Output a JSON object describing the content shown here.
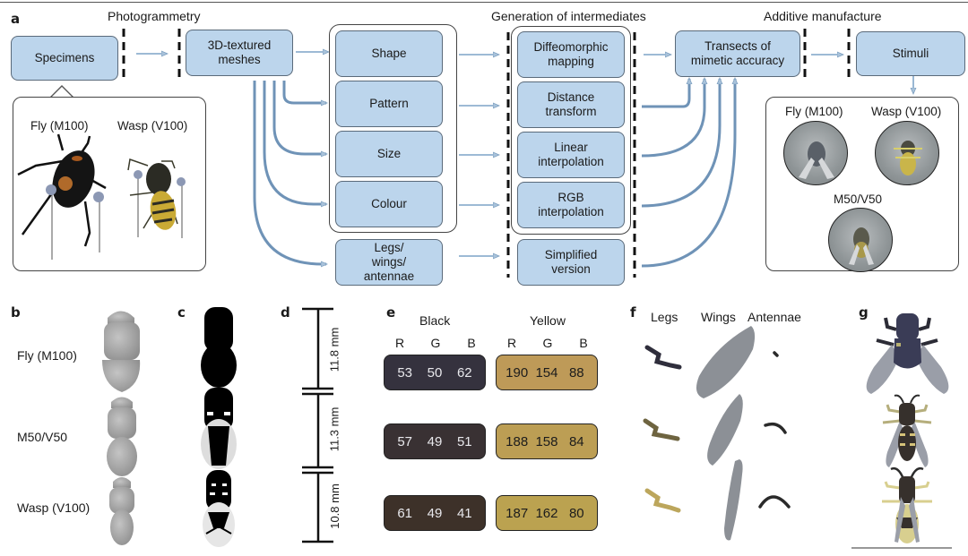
{
  "panels": {
    "a": {
      "letter": "a",
      "stages": {
        "photogrammetry": "Photogrammetry",
        "generation": "Generation of intermediates",
        "additive": "Additive manufacture"
      },
      "boxes": {
        "specimens": "Specimens",
        "meshes_line1": "3D-textured",
        "meshes_line2": "meshes",
        "traits": [
          {
            "lines": [
              "Shape"
            ]
          },
          {
            "lines": [
              "Pattern"
            ]
          },
          {
            "lines": [
              "Size"
            ]
          },
          {
            "lines": [
              "Colour"
            ]
          },
          {
            "lines": [
              "Legs/",
              "wings/",
              "antennae"
            ]
          }
        ],
        "methods": [
          {
            "lines": [
              "Diffeomorphic",
              "mapping"
            ]
          },
          {
            "lines": [
              "Distance",
              "transform"
            ]
          },
          {
            "lines": [
              "Linear",
              "interpolation"
            ]
          },
          {
            "lines": [
              "RGB",
              "interpolation"
            ]
          },
          {
            "lines": [
              "Simplified",
              "version"
            ]
          }
        ],
        "transects_line1": "Transects of",
        "transects_line2": "mimetic accuracy",
        "stimuli": "Stimuli"
      },
      "specimen_labels": {
        "fly": "Fly (M100)",
        "wasp": "Wasp (V100)"
      },
      "stimuli_labels": {
        "fly": "Fly (M100)",
        "wasp": "Wasp (V100)",
        "mid": "M50/V50"
      },
      "colors": {
        "box_fill": "#bcd5ec",
        "arrow": "#7d9fbf"
      }
    },
    "b": {
      "letter": "b",
      "labels": [
        "Fly (M100)",
        "M50/V50",
        "Wasp (V100)"
      ]
    },
    "c": {
      "letter": "c"
    },
    "d": {
      "letter": "d",
      "lengths": [
        "11.8 mm",
        "11.3 mm",
        "10.8 mm"
      ]
    },
    "e": {
      "letter": "e",
      "black_header": "Black",
      "yellow_header": "Yellow",
      "channels": [
        "R",
        "G",
        "B"
      ],
      "rows": [
        {
          "black": [
            53,
            50,
            62
          ],
          "yellow": [
            190,
            154,
            88
          ]
        },
        {
          "black": [
            57,
            49,
            51
          ],
          "yellow": [
            188,
            158,
            84
          ]
        },
        {
          "black": [
            61,
            49,
            41
          ],
          "yellow": [
            187,
            162,
            80
          ]
        }
      ]
    },
    "f": {
      "letter": "f",
      "headers": [
        "Legs",
        "Wings",
        "Antennae"
      ]
    },
    "g": {
      "letter": "g"
    }
  }
}
